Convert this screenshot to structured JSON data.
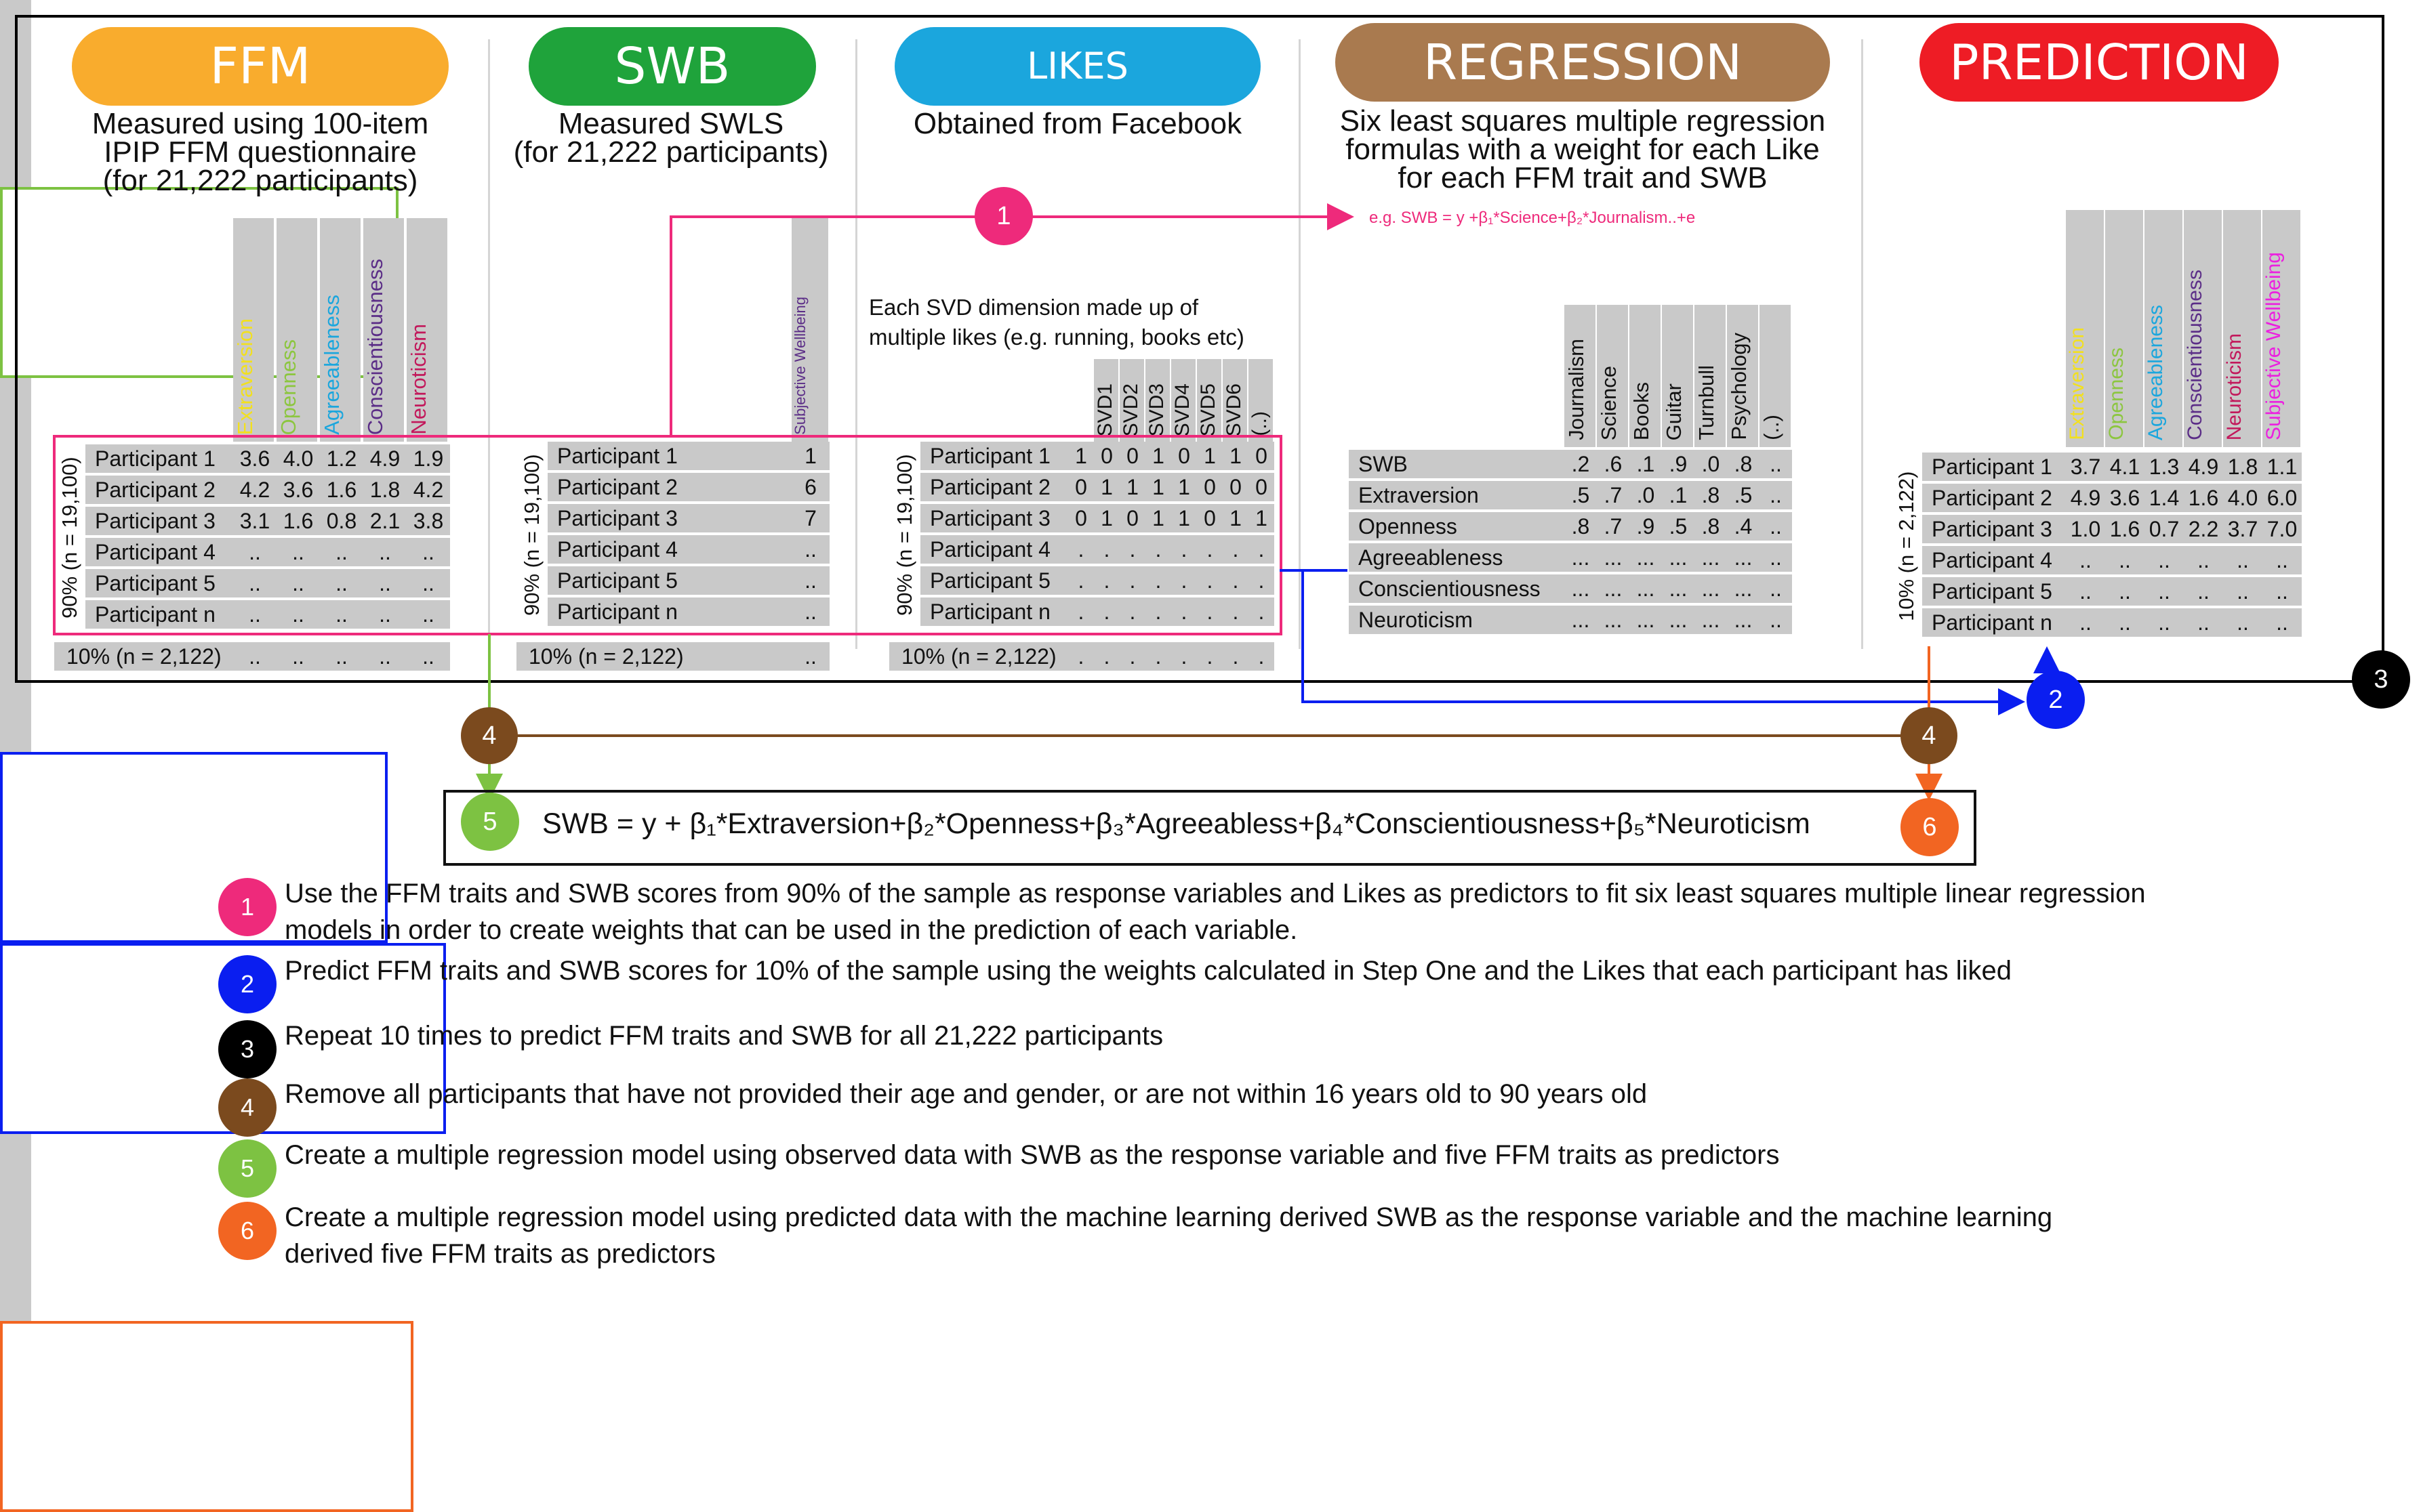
{
  "columns": {
    "ffm": {
      "title": "FFM",
      "color": "#F9AC2D",
      "desc": [
        "Measured using 100-item",
        "IPIP FFM questionnaire",
        "(for 21,222 participants)"
      ]
    },
    "swb": {
      "title": "SWB",
      "color": "#1FA33B",
      "desc": [
        "Measured SWLS",
        "(for 21,222 participants)"
      ]
    },
    "likes": {
      "title": "LIKES",
      "color": "#1BA6DD",
      "desc": [
        "Obtained from Facebook"
      ]
    },
    "regression": {
      "title": "REGRESSION",
      "color": "#A97A4F",
      "desc": [
        "Six least squares multiple regression",
        "formulas with a weight for each Like",
        "for each FFM trait and SWB"
      ]
    },
    "prediction": {
      "title": "PREDICTION",
      "color": "#EE1C25"
    }
  },
  "ffm_table": {
    "headers": [
      "Extraversion",
      "Openness",
      "Agreeableness",
      "Conscientiousness",
      "Neuroticism"
    ],
    "header_colors": [
      "#F2E01E",
      "#8CC63F",
      "#1BA6DD",
      "#5B2D87",
      "#C2185B"
    ],
    "side_label": "90% (n = 19,100)",
    "rows": [
      {
        "name": "Participant 1",
        "values": [
          "3.6",
          "4.0",
          "1.2",
          "4.9",
          "1.9"
        ]
      },
      {
        "name": "Participant 2",
        "values": [
          "4.2",
          "3.6",
          "1.6",
          "1.8",
          "4.2"
        ]
      },
      {
        "name": "Participant 3",
        "values": [
          "3.1",
          "1.6",
          "0.8",
          "2.1",
          "3.8"
        ]
      },
      {
        "name": "Participant 4",
        "values": [
          "..",
          "..",
          "..",
          "..",
          ".."
        ]
      },
      {
        "name": "Participant 5",
        "values": [
          "..",
          "..",
          "..",
          "..",
          ".."
        ]
      },
      {
        "name": "Participant n",
        "values": [
          "..",
          "..",
          "..",
          "..",
          ".."
        ]
      }
    ],
    "footer": {
      "name": "10% (n = 2,122)",
      "values": [
        "..",
        "..",
        "..",
        "..",
        ".."
      ]
    }
  },
  "swb_table": {
    "header": "Subjective Wellbeing",
    "side_label": "90% (n = 19,100)",
    "rows": [
      {
        "name": "Participant 1",
        "values": [
          "1"
        ]
      },
      {
        "name": "Participant 2",
        "values": [
          "6"
        ]
      },
      {
        "name": "Participant 3",
        "values": [
          "7"
        ]
      },
      {
        "name": "Participant 4",
        "values": [
          ".."
        ]
      },
      {
        "name": "Participant 5",
        "values": [
          ".."
        ]
      },
      {
        "name": "Participant n",
        "values": [
          ".."
        ]
      }
    ],
    "footer": {
      "name": "10% (n = 2,122)",
      "values": [
        ".."
      ]
    }
  },
  "likes_table": {
    "caption": [
      "Each SVD  dimension made up of",
      "multiple likes (e.g. running, books etc)"
    ],
    "headers": [
      "SVD1",
      "SVD2",
      "SVD3",
      "SVD4",
      "SVD5",
      "SVD6",
      "(..)"
    ],
    "side_label": "90% (n = 19,100)",
    "rows": [
      {
        "name": "Participant 1",
        "values": [
          "1",
          "0",
          "0",
          "1",
          "0",
          "1",
          "1",
          "0"
        ]
      },
      {
        "name": "Participant 2",
        "values": [
          "0",
          "1",
          "1",
          "1",
          "1",
          "0",
          "0",
          "0"
        ]
      },
      {
        "name": "Participant 3",
        "values": [
          "0",
          "1",
          "0",
          "1",
          "1",
          "0",
          "1",
          "1"
        ]
      },
      {
        "name": "Participant 4",
        "values": [
          ".",
          ".",
          ".",
          ".",
          ".",
          ".",
          ".",
          "."
        ]
      },
      {
        "name": "Participant 5",
        "values": [
          ".",
          ".",
          ".",
          ".",
          ".",
          ".",
          ".",
          "."
        ]
      },
      {
        "name": "Participant n",
        "values": [
          ".",
          ".",
          ".",
          ".",
          ".",
          ".",
          ".",
          "."
        ]
      }
    ],
    "footer": {
      "name": "10% (n = 2,122)",
      "values": [
        ".",
        ".",
        ".",
        ".",
        ".",
        ".",
        ".",
        "."
      ]
    }
  },
  "regression_table": {
    "formula_example": "e.g.  SWB = y +β₁*Science+β₂*Journalism..+e",
    "headers": [
      "Journalism",
      "Science",
      "Books",
      "Guitar",
      "Turnbull",
      "Psychology",
      "(..)"
    ],
    "rows": [
      {
        "name": "SWB",
        "values": [
          ".2",
          ".6",
          ".1",
          ".9",
          ".0",
          ".8",
          ".."
        ]
      },
      {
        "name": "Extraversion",
        "values": [
          ".5",
          ".7",
          ".0",
          ".1",
          ".8",
          ".5",
          ".."
        ]
      },
      {
        "name": "Openness",
        "values": [
          ".8",
          ".7",
          ".9",
          ".5",
          ".8",
          ".4",
          ".."
        ]
      },
      {
        "name": "Agreeableness",
        "values": [
          "...",
          "...",
          "...",
          "...",
          "...",
          "...",
          ".."
        ]
      },
      {
        "name": "Conscientiousness",
        "values": [
          "...",
          "...",
          "...",
          "...",
          "...",
          "...",
          ".."
        ]
      },
      {
        "name": "Neuroticism",
        "values": [
          "...",
          "...",
          "...",
          "...",
          "...",
          "...",
          ".."
        ]
      }
    ]
  },
  "prediction_table": {
    "headers": [
      "Extraversion",
      "Openness",
      "Agreeableness",
      "Conscientiousness",
      "Neuroticism",
      "Subjective Wellbeing"
    ],
    "header_colors": [
      "#F2E01E",
      "#8CC63F",
      "#1BA6DD",
      "#5B2D87",
      "#C2185B",
      "#EC1FE0"
    ],
    "side_label": "10% (n = 2,122)",
    "rows": [
      {
        "name": "Participant 1",
        "values": [
          "3.7",
          "4.1",
          "1.3",
          "4.9",
          "1.8",
          "1.1"
        ]
      },
      {
        "name": "Participant 2",
        "values": [
          "4.9",
          "3.6",
          "1.4",
          "1.6",
          "4.0",
          "6.0"
        ]
      },
      {
        "name": "Participant 3",
        "values": [
          "1.0",
          "1.6",
          "0.7",
          "2.2",
          "3.7",
          "7.0"
        ]
      },
      {
        "name": "Participant 4",
        "values": [
          "..",
          "..",
          "..",
          "..",
          "..",
          ".."
        ]
      },
      {
        "name": "Participant 5",
        "values": [
          "..",
          "..",
          "..",
          "..",
          "..",
          ".."
        ]
      },
      {
        "name": "Participant n",
        "values": [
          "..",
          "..",
          "..",
          "..",
          "..",
          ".."
        ]
      }
    ]
  },
  "formula": "SWB = y + β₁*Extraversion+β₂*Openness+β₃*Agreeabless+β₄*Conscientiousness+β₅*Neuroticism",
  "step_markers": {
    "s1": "1",
    "s2": "2",
    "s3": "3",
    "s4a": "4",
    "s4b": "4",
    "s5": "5",
    "s6": "6"
  },
  "step_colors": {
    "1": "#EE2A7B",
    "2": "#0A1EF0",
    "3": "#000000",
    "4": "#7B4A1E",
    "5": "#7DC242",
    "6": "#F26522"
  },
  "legend": [
    {
      "num": "1",
      "lines": [
        "Use the FFM traits and SWB scores from 90% of the sample as response variables and Likes as predictors to fit six least squares multiple linear regression",
        "models in order to create weights that can be used in the prediction of each variable."
      ]
    },
    {
      "num": "2",
      "lines": [
        "Predict FFM traits and SWB scores for 10% of the sample using the weights calculated in Step One and the Likes that each participant has liked"
      ]
    },
    {
      "num": "3",
      "lines": [
        "Repeat 10 times to predict FFM traits and SWB for all 21,222 participants"
      ]
    },
    {
      "num": "4",
      "lines": [
        "Remove all participants that have not provided their age and gender, or are not within 16 years old to 90 years old"
      ]
    },
    {
      "num": "5",
      "lines": [
        "Create a multiple regression model using observed data with SWB as the response variable and five FFM traits as predictors"
      ]
    },
    {
      "num": "6",
      "lines": [
        "Create a multiple regression model using predicted data with the machine learning derived SWB as the response variable and the machine learning",
        "derived five FFM traits as predictors"
      ]
    }
  ]
}
